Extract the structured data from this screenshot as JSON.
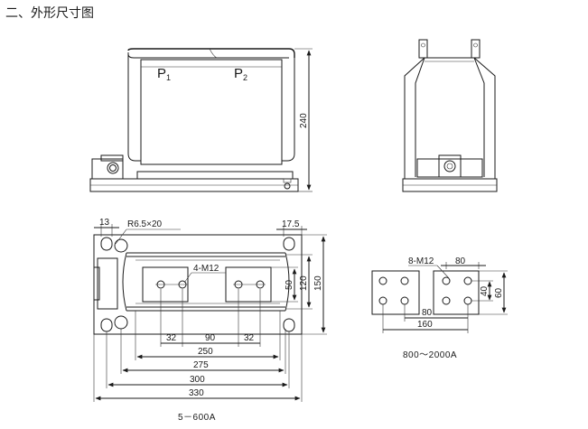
{
  "heading": "二、外形尺寸图",
  "front_view": {
    "p1_label": "P",
    "p1_sub": "1",
    "p2_label": "P",
    "p2_sub": "2",
    "height_dim": "240"
  },
  "plan_view": {
    "dim_13": "13",
    "dim_r65": "R6.5×20",
    "dim_175": "17.5",
    "dim_4m12": "4-M12",
    "dim_50": "50",
    "dim_120": "120",
    "dim_150": "150",
    "dim_32_left": "32",
    "dim_90": "90",
    "dim_32_right": "32",
    "dim_250": "250",
    "dim_275": "275",
    "dim_300": "300",
    "dim_330": "330",
    "caption": "5－600A"
  },
  "terminal_detail": {
    "dim_8m12": "8-M12",
    "dim_80_top": "80",
    "dim_40": "40",
    "dim_60": "60",
    "dim_80_mid": "80",
    "dim_160": "160",
    "caption": "800～2000A"
  }
}
